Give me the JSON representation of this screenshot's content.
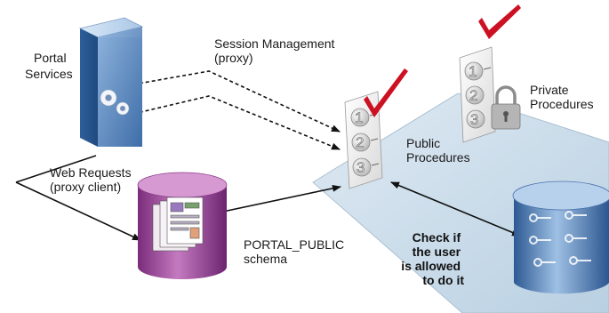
{
  "labels": {
    "portal_services": [
      "Portal",
      "Services"
    ],
    "session_management": [
      "Session Management",
      "(proxy)"
    ],
    "web_requests": [
      "Web Requests",
      "(proxy client)"
    ],
    "public_procedures": [
      "Public",
      "Procedures"
    ],
    "private_procedures": [
      "Private",
      "Procedures"
    ],
    "portal_public_schema": [
      "PORTAL_PUBLIC",
      "schema"
    ],
    "check_user": [
      "Check if",
      "the user",
      "is allowed",
      "to do it"
    ]
  },
  "procedure_numbers": [
    "1",
    "2",
    "3"
  ],
  "icons": {
    "server": "server-cube-icon",
    "gears": "gears-icon",
    "schema_db": "schema-database-icon",
    "keys_db": "keys-database-icon",
    "checkmark": "checkmark-icon",
    "padlock": "padlock-icon",
    "procedure_list": "procedure-list-icon"
  },
  "colors": {
    "checkmark": "#cc1122",
    "server": "#5b86bd",
    "schema_db": "#a8509d",
    "keys_db": "#4b75ad",
    "platform": "#c9dcea"
  }
}
